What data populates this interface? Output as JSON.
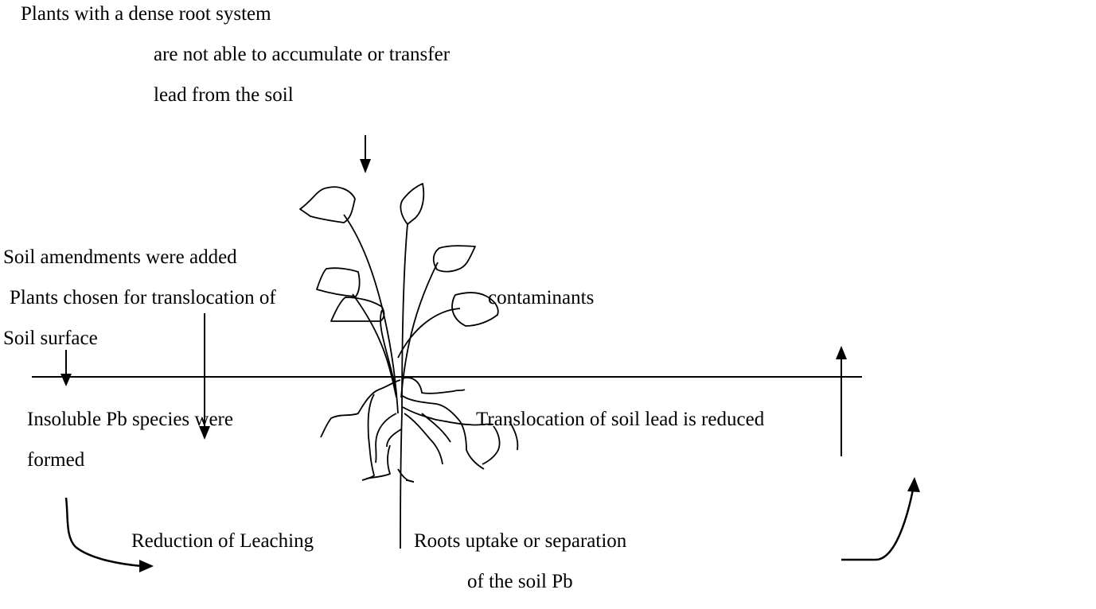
{
  "labels": {
    "dense_root_1": "Plants with a dense root system",
    "dense_root_2": "are not able to accumulate or transfer",
    "dense_root_3": "lead from the soil",
    "soil_amendments": "Soil amendments were added",
    "plants_chosen": "Plants chosen for translocation of",
    "contaminants": "contaminants",
    "soil_surface": "Soil surface",
    "insoluble_1": "Insoluble Pb species were",
    "insoluble_2": "formed",
    "translocation_reduced": "Translocation of soil lead is reduced",
    "reduction_leaching": "Reduction of Leaching",
    "roots_uptake_1": "Roots uptake or separation",
    "roots_uptake_2": "of the soil Pb"
  },
  "colors": {
    "ink": "#000000",
    "background": "#ffffff"
  }
}
